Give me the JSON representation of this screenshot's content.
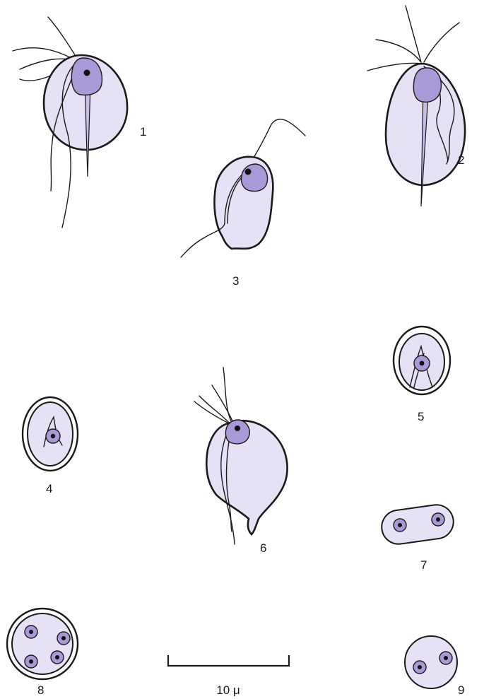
{
  "figure": {
    "labels": [
      "1",
      "2",
      "3",
      "4",
      "5",
      "6",
      "7",
      "8",
      "9"
    ],
    "scale_bar_label": "10 μ",
    "colors": {
      "cytoplasm": "#e6e1f4",
      "nucleus": "#a999d6",
      "outline": "#1a1a1a",
      "cyst_wall": "#ffffff"
    }
  }
}
